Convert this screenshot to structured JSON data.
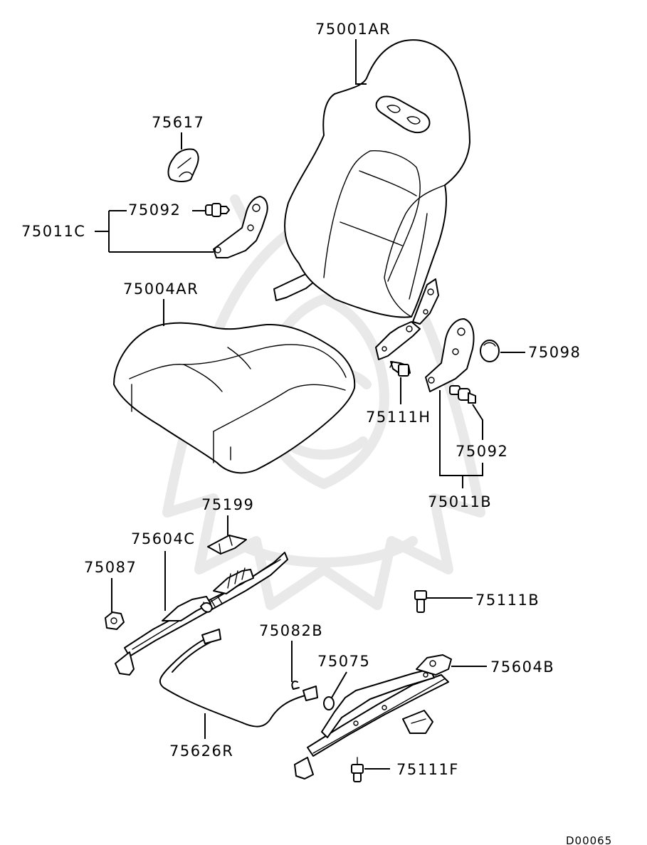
{
  "diagram": {
    "labels": {
      "p75001AR": "75001AR",
      "p75617": "75617",
      "p75092_left": "75092",
      "p75011C": "75011C",
      "p75004AR": "75004AR",
      "p75098": "75098",
      "p75111H": "75111H",
      "p75092_right": "75092",
      "p75011B": "75011B",
      "p75199": "75199",
      "p75604C": "75604C",
      "p75087": "75087",
      "p75111B": "75111B",
      "p75082B": "75082B",
      "p75075": "75075",
      "p75604B": "75604B",
      "p75626R": "75626R",
      "p75111F": "75111F"
    },
    "code": "D00065"
  }
}
